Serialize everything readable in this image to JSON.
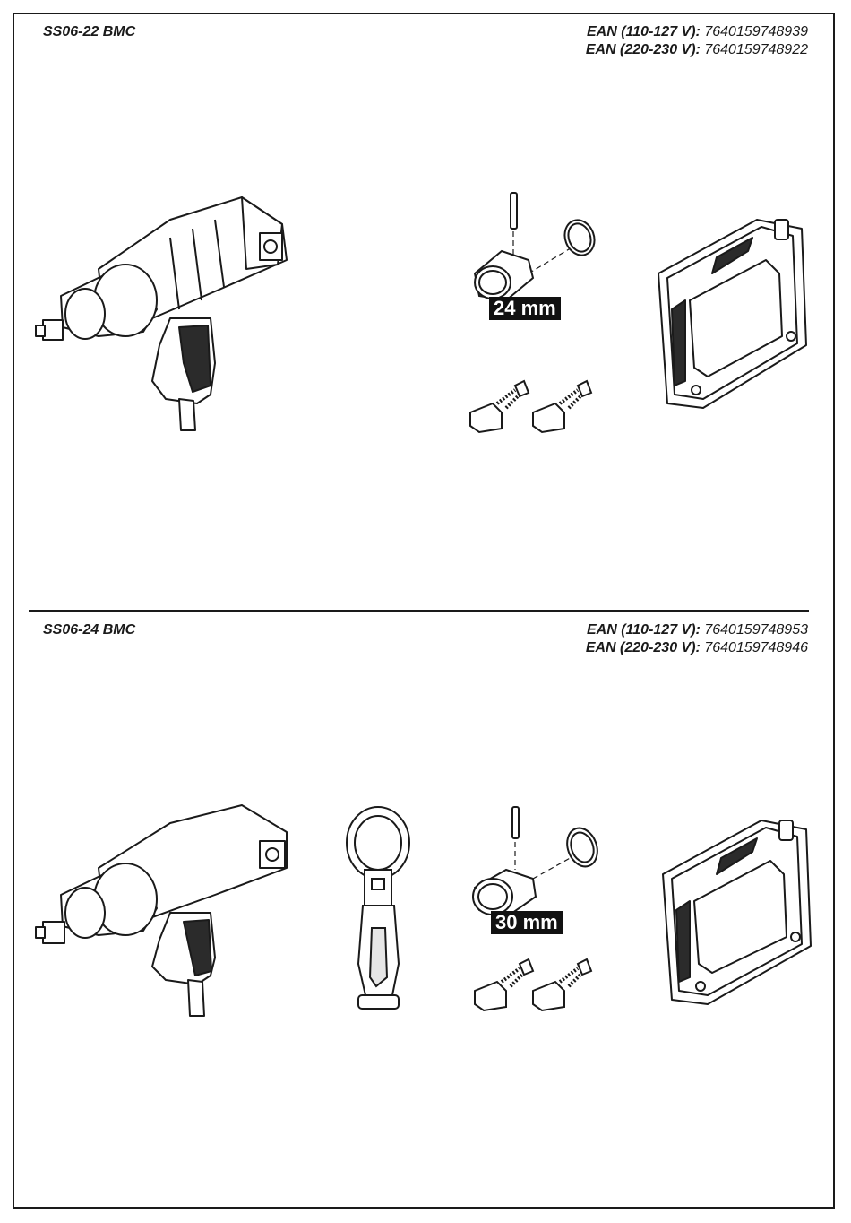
{
  "sections": [
    {
      "model": "SS06-22 BMC",
      "ean": [
        {
          "label": "EAN (110-127 V):",
          "value": "7640159748939"
        },
        {
          "label": "EAN (220-230 V):",
          "value": "7640159748922"
        }
      ],
      "socket_size": "24 mm",
      "items": [
        "impact-wrench",
        "socket",
        "carbon-brushes",
        "carry-case"
      ]
    },
    {
      "model": "SS06-24 BMC",
      "ean": [
        {
          "label": "EAN (110-127 V):",
          "value": "7640159748953"
        },
        {
          "label": "EAN (220-230 V):",
          "value": "7640159748946"
        }
      ],
      "socket_size": "30 mm",
      "items": [
        "impact-wrench",
        "side-handle",
        "socket",
        "carbon-brushes",
        "carry-case"
      ]
    }
  ]
}
